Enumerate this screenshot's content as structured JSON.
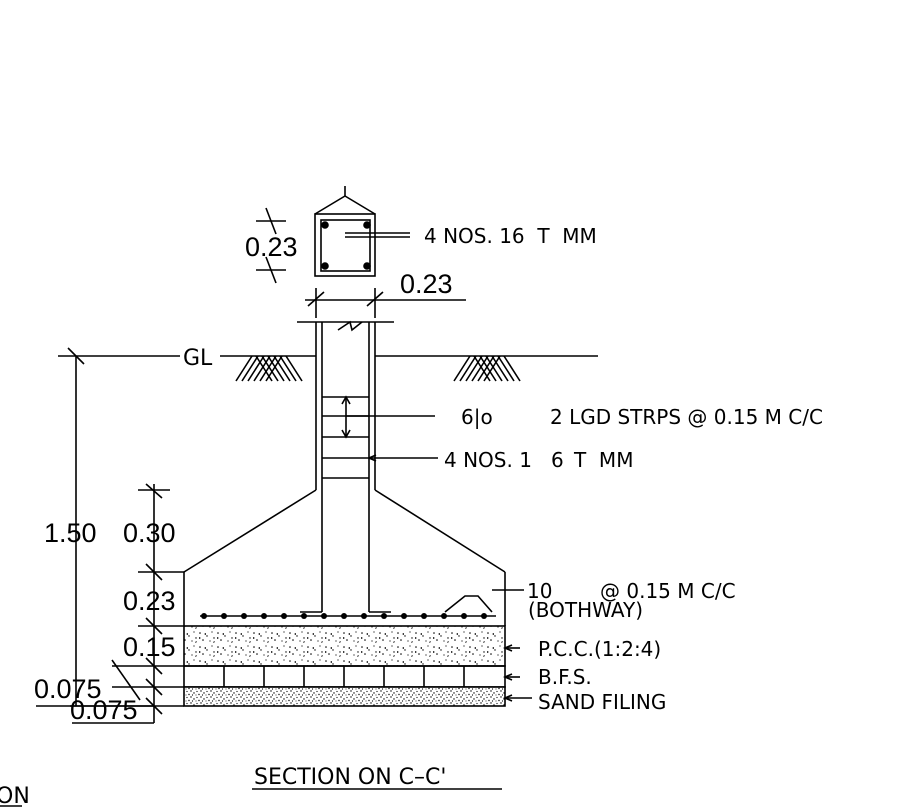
{
  "title": "SECTION ON C–C'",
  "clipped_text": "ON",
  "column": {
    "size_dim": "0.23",
    "width_dim": "0.23",
    "rebar_note": "4 NOS. 16  T  MM"
  },
  "ground_label": "GL",
  "stirrups_note": {
    "dia": "6|o",
    "text": "2 LGD STRPS @ 0.15 M C/C"
  },
  "column_rebar_note": {
    "a": "4 NOS. 1",
    "b": "6",
    "c": "T  MM"
  },
  "footing_rebar_note": {
    "a": "10",
    "b": "@ 0.15 M C/C",
    "c": "(BOTHWAY)"
  },
  "layers": {
    "pcc": "P.C.C.(1:2:4)",
    "bfs": "B.F.S.",
    "sand": "SAND FILING"
  },
  "dimensions": {
    "total_depth": "1.50",
    "d030": "0.30",
    "d023": "0.23",
    "d015": "0.15",
    "d0075_a": "0.075",
    "d0075_b": "0.075"
  }
}
